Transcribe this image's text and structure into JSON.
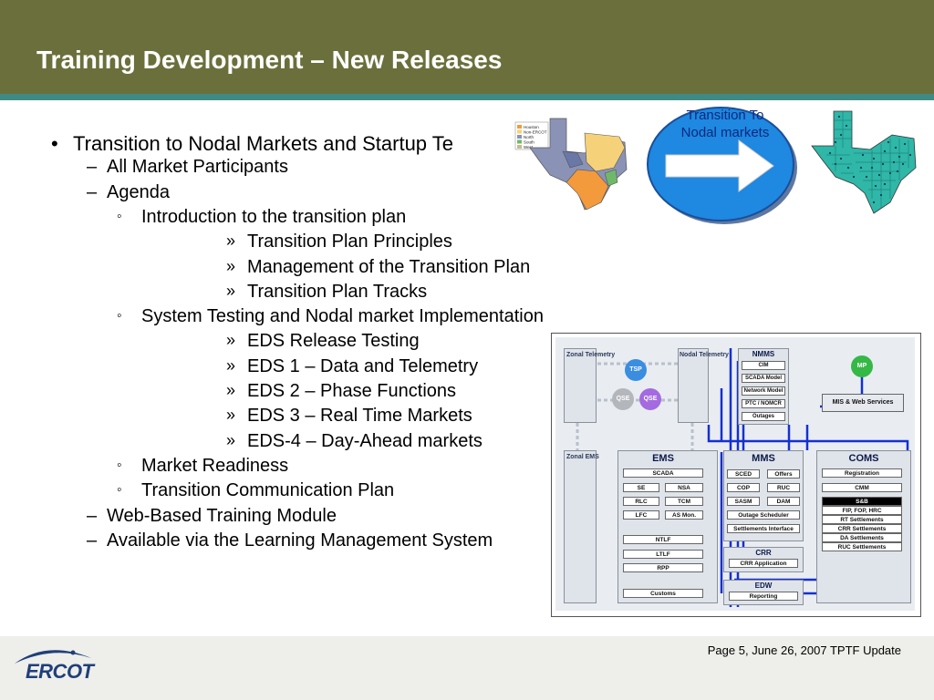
{
  "slide": {
    "title": "Training Development – New Releases",
    "footer": "Page 5, June 26, 2007 TPTF Update",
    "logo": "ERCOT"
  },
  "bullets": [
    {
      "level": 1,
      "text": "Transition to Nodal Markets and Startup Te"
    },
    {
      "level": 2,
      "text": "All Market Participants"
    },
    {
      "level": 2,
      "text": "Agenda"
    },
    {
      "level": 3,
      "text": "Introduction to the transition plan"
    },
    {
      "level": 4,
      "text": "Transition Plan Principles"
    },
    {
      "level": 4,
      "text": "Management of the Transition Plan"
    },
    {
      "level": 4,
      "text": "Transition Plan Tracks"
    },
    {
      "level": 3,
      "text": "System Testing and Nodal market Implementation"
    },
    {
      "level": 4,
      "text": "EDS Release Testing"
    },
    {
      "level": 4,
      "text": "EDS 1 – Data and Telemetry"
    },
    {
      "level": 4,
      "text": "EDS 2 – Phase Functions"
    },
    {
      "level": 4,
      "text": "EDS 3 – Real Time Markets"
    },
    {
      "level": 4,
      "text": "EDS-4 – Day-Ahead markets"
    },
    {
      "level": 3,
      "text": "Market Readiness"
    },
    {
      "level": 3,
      "text": "Transition Communication Plan"
    },
    {
      "level": 2,
      "text": "Web-Based Training Module"
    },
    {
      "level": 2,
      "text": "Available via the Learning Management System"
    }
  ],
  "markers": {
    "1": "•",
    "2": "–",
    "3": "◦",
    "4": "»"
  },
  "transition": {
    "label_line1": "Transition To",
    "label_line2": "Nodal markets"
  },
  "zonal_map": {
    "legend": [
      "Houston",
      "Non-ERCOT",
      "North",
      "South",
      "West"
    ],
    "colors": [
      "#f39a3c",
      "#f5d27a",
      "#8a93b6",
      "#6fb86a",
      "#c9b98a"
    ]
  },
  "diagram": {
    "zonal_telemetry": "Zonal Telemetry",
    "nodal_telemetry": "Nodal Telemetry",
    "zonal_ems": "Zonal EMS",
    "tsp": "TSP",
    "qse_gray": "QSE",
    "qse_purple": "QSE",
    "mp": "MP",
    "nmms": {
      "title": "NMMS",
      "items": [
        "CIM",
        "SCADA Model",
        "Network Model",
        "PTC / NOMCR",
        "Outages"
      ]
    },
    "mis": "MIS & Web Services",
    "ems": {
      "title": "EMS",
      "scada": "SCADA",
      "se": "SE",
      "nsa": "NSA",
      "rlc": "RLC",
      "tcm": "TCM",
      "lfc": "LFC",
      "asmon": "AS Mon.",
      "ntlf": "NTLF",
      "ltlf": "LTLF",
      "rpp": "RPP",
      "customs": "Customs"
    },
    "mms": {
      "title": "MMS",
      "sced": "SCED",
      "offers": "Offers",
      "cop": "COP",
      "ruc": "RUC",
      "sasm": "SASM",
      "dam": "DAM",
      "outage": "Outage Scheduler",
      "settint": "Settlements Interface"
    },
    "crr": {
      "title": "CRR",
      "app": "CRR Application"
    },
    "edw": {
      "title": "EDW",
      "reporting": "Reporting"
    },
    "coms": {
      "title": "COMS",
      "items": [
        "Registration",
        "CMM",
        "S&B",
        "FIP, FOP, HRC",
        "RT Settlements",
        "CRR Settlements",
        "DA Settlements",
        "RUC Settlements"
      ]
    }
  }
}
